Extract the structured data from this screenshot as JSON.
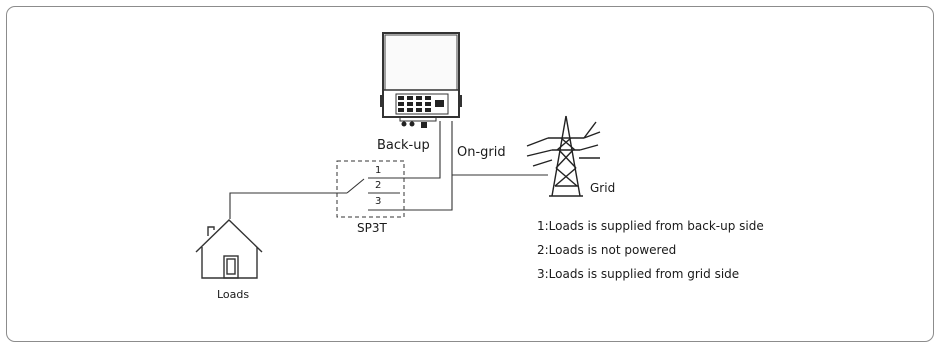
{
  "labels": {
    "backup": "Back-up",
    "ongrid": "On-grid",
    "grid": "Grid",
    "sp3t": "SP3T",
    "loads": "Loads",
    "pos1": "1",
    "pos2": "2",
    "pos3": "3"
  },
  "legend": [
    "1:Loads is supplied from back-up side",
    "2:Loads is not powered",
    "3:Loads is supplied from grid side"
  ]
}
